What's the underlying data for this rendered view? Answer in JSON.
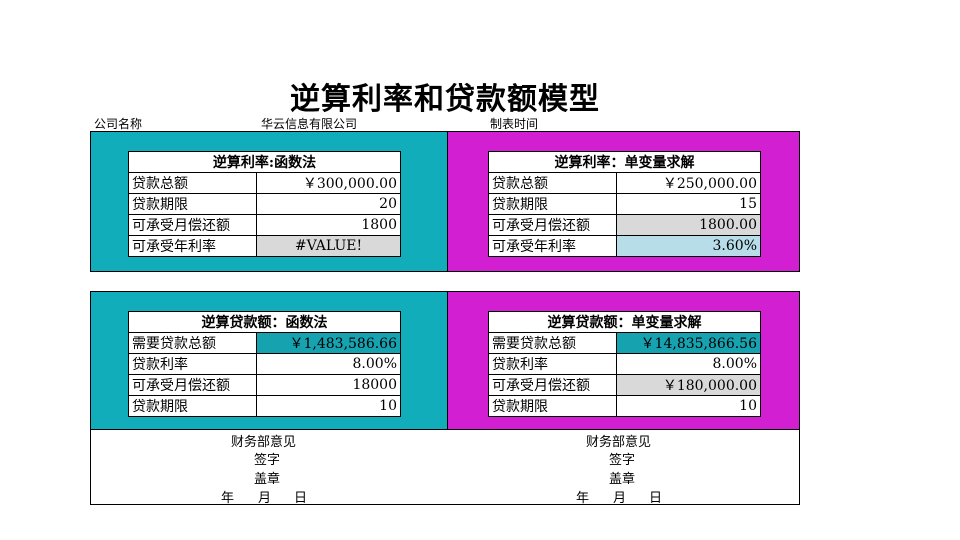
{
  "title": "逆算利率和贷款额模型",
  "header": {
    "company_label": "公司名称",
    "company_name": "华云信息有限公司",
    "date_label": "制表时间"
  },
  "rate_function": {
    "caption": "逆算利率:函数法",
    "rows": [
      {
        "label": "贷款总额",
        "value": "￥300,000.00"
      },
      {
        "label": "贷款期限",
        "value": "20"
      },
      {
        "label": "可承受月偿还额",
        "value": "1800"
      },
      {
        "label": "可承受年利率",
        "value": "#VALUE!"
      }
    ]
  },
  "rate_solver": {
    "caption": "逆算利率：单变量求解",
    "rows": [
      {
        "label": "贷款总额",
        "value": "￥250,000.00"
      },
      {
        "label": "贷款期限",
        "value": "15"
      },
      {
        "label": "可承受月偿还额",
        "value": "1800.00"
      },
      {
        "label": "可承受年利率",
        "value": "3.60%"
      }
    ]
  },
  "loan_function": {
    "caption": "逆算贷款额：函数法",
    "rows": [
      {
        "label": "需要贷款总额",
        "value": "￥1,483,586.66"
      },
      {
        "label": "贷款利率",
        "value": "8.00%"
      },
      {
        "label": "可承受月偿还额",
        "value": "18000"
      },
      {
        "label": "贷款期限",
        "value": "10"
      }
    ]
  },
  "loan_solver": {
    "caption": "逆算贷款额：单变量求解",
    "rows": [
      {
        "label": "需要贷款总额",
        "value": "￥14,835,866.56"
      },
      {
        "label": "贷款利率",
        "value": "8.00%"
      },
      {
        "label": "可承受月偿还额",
        "value": "￥180,000.00"
      },
      {
        "label": "贷款期限",
        "value": "10"
      }
    ]
  },
  "signature": {
    "dept_opinion": "财务部意见",
    "sign": "签字",
    "seal": "盖章",
    "year": "年",
    "month": "月",
    "day": "日"
  },
  "colors": {
    "teal": "#12adbb",
    "magenta": "#d21fd1",
    "gray_cell": "#d9d9d9",
    "blue_cell": "#b7dde8"
  }
}
